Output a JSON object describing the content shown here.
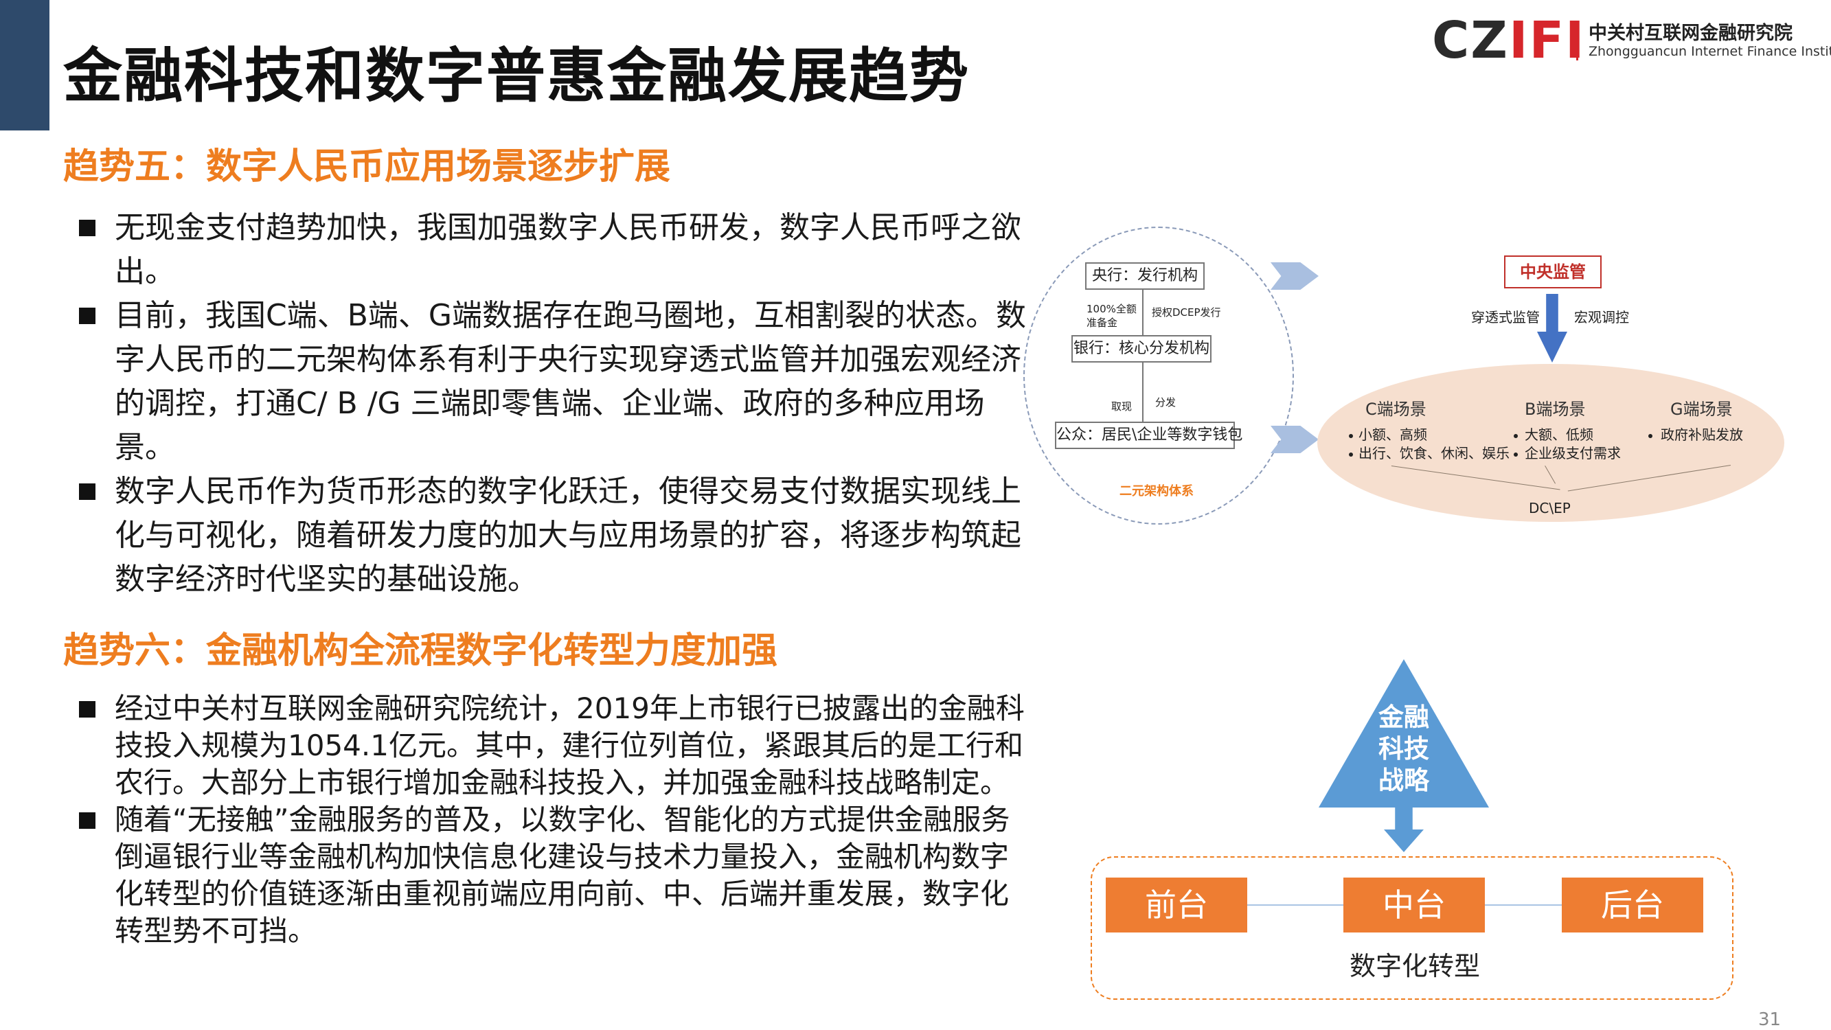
{
  "title": "金融科技和数字普惠金融发展趋势",
  "logo": {
    "mark_left": "CZ",
    "mark_right": "IFI",
    "name_cn": "中关村互联网金融研究院",
    "name_en": "Zhongguancun Internet Finance Institute"
  },
  "trend5": {
    "heading": "趋势五：数字人民币应用场景逐步扩展",
    "bullets": [
      "无现金支付趋势加快，我国加强数字人民币研发，数字人民币呼之欲出。",
      "目前，我国C端、B端、G端数据存在跑马圈地，互相割裂的状态。数字人民币的二元架构体系有利于央行实现穿透式监管并加强宏观经济的调控，打通C/ B /G 三端即零售端、企业端、政府的多种应用场景。",
      "数字人民币作为货币形态的数字化跃迁，使得交易支付数据实现线上化与可视化，随着研发力度的加大与应用场景的扩容，将逐步构筑起数字经济时代坚实的基础设施。"
    ]
  },
  "trend6": {
    "heading": "趋势六：金融机构全流程数字化转型力度加强",
    "bullets": [
      "经过中关村互联网金融研究院统计，2019年上市银行已披露出的金融科技投入规模为1054.1亿元。其中，建行位列首位，紧跟其后的是工行和农行。大部分上市银行增加金融科技投入，并加强金融科技战略制定。",
      "随着“无接触”金融服务的普及，以数字化、智能化的方式提供金融服务倒逼银行业等金融机构加快信息化建设与技术力量投入，金融机构数字化转型的价值链逐渐由重视前端应用向前、中、后端并重发展，数字化转型势不可挡。"
    ]
  },
  "diagram_top": {
    "central_bank": "央行：发行机构",
    "reserve": "100%全额\n准备金",
    "authorize": "授权DCEP发行",
    "bank": "银行：核心分发机构",
    "withdraw": "取现",
    "distribute": "分发",
    "public": "公众：居民\\企业等数字钱包",
    "system_label": "二元架构体系",
    "regulator": "中央监管",
    "penetrating": "穿透式监管",
    "macro": "宏观调控",
    "c_title": "C端场景",
    "c_items": [
      "小额、高频",
      "出行、饮食、休闲、娱乐"
    ],
    "b_title": "B端场景",
    "b_items": [
      "大额、低频",
      "企业级支付需求"
    ],
    "g_title": "G端场景",
    "g_items": [
      "政府补贴发放"
    ],
    "dcep": "DC\\EP",
    "colors": {
      "circle": "#8a9ab8",
      "ellipse": "#f6dfcf",
      "regulator": "#c0302a",
      "arrow": "#4472c4"
    }
  },
  "diagram_bottom": {
    "strategy": "金融\n科技\n战略",
    "front": "前台",
    "middle": "中台",
    "back": "后台",
    "frame_label": "数字化转型",
    "colors": {
      "triangle": "#5b9bd5",
      "box": "#ee7d32",
      "frame": "#ee7d1f"
    }
  },
  "page_number": "31",
  "colors": {
    "accent_bar": "#2e4a6b",
    "heading": "#ee7d1f"
  }
}
